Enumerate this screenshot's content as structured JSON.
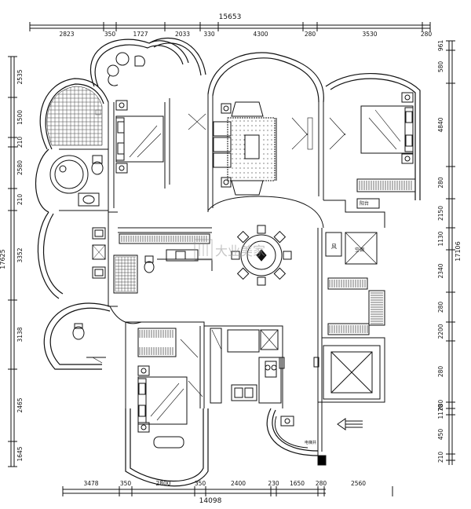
{
  "top_dims": {
    "total": "15653",
    "segments": [
      "2823",
      "350",
      "1727",
      "2033",
      "330",
      "4300",
      "280",
      "3530",
      "280"
    ]
  },
  "bottom_dims": {
    "total": "14098",
    "segments": [
      "3478",
      "350",
      "2800",
      "350",
      "2400",
      "230",
      "1650",
      "280",
      "2560"
    ]
  },
  "left_dims": {
    "total": "17625",
    "segments": [
      "2535",
      "1500",
      "210",
      "2580",
      "210",
      "3352",
      "3138",
      "2465",
      "1645"
    ]
  },
  "right_dims": {
    "total": "17106",
    "segments": [
      "961",
      "580",
      "4840",
      "280",
      "2150",
      "1130",
      "2340",
      "280",
      "2200",
      "280",
      "280",
      "1170",
      "450",
      "210"
    ]
  },
  "room_labels": {
    "elevator": "电梯井",
    "air": "风",
    "hvac": "空调",
    "balcony_tag": "阳台"
  },
  "watermark": {
    "logo": "大业",
    "text": "大业美家"
  },
  "colors": {
    "line": "#111111",
    "hatch": "#444444",
    "fill_dark": "#000000"
  }
}
